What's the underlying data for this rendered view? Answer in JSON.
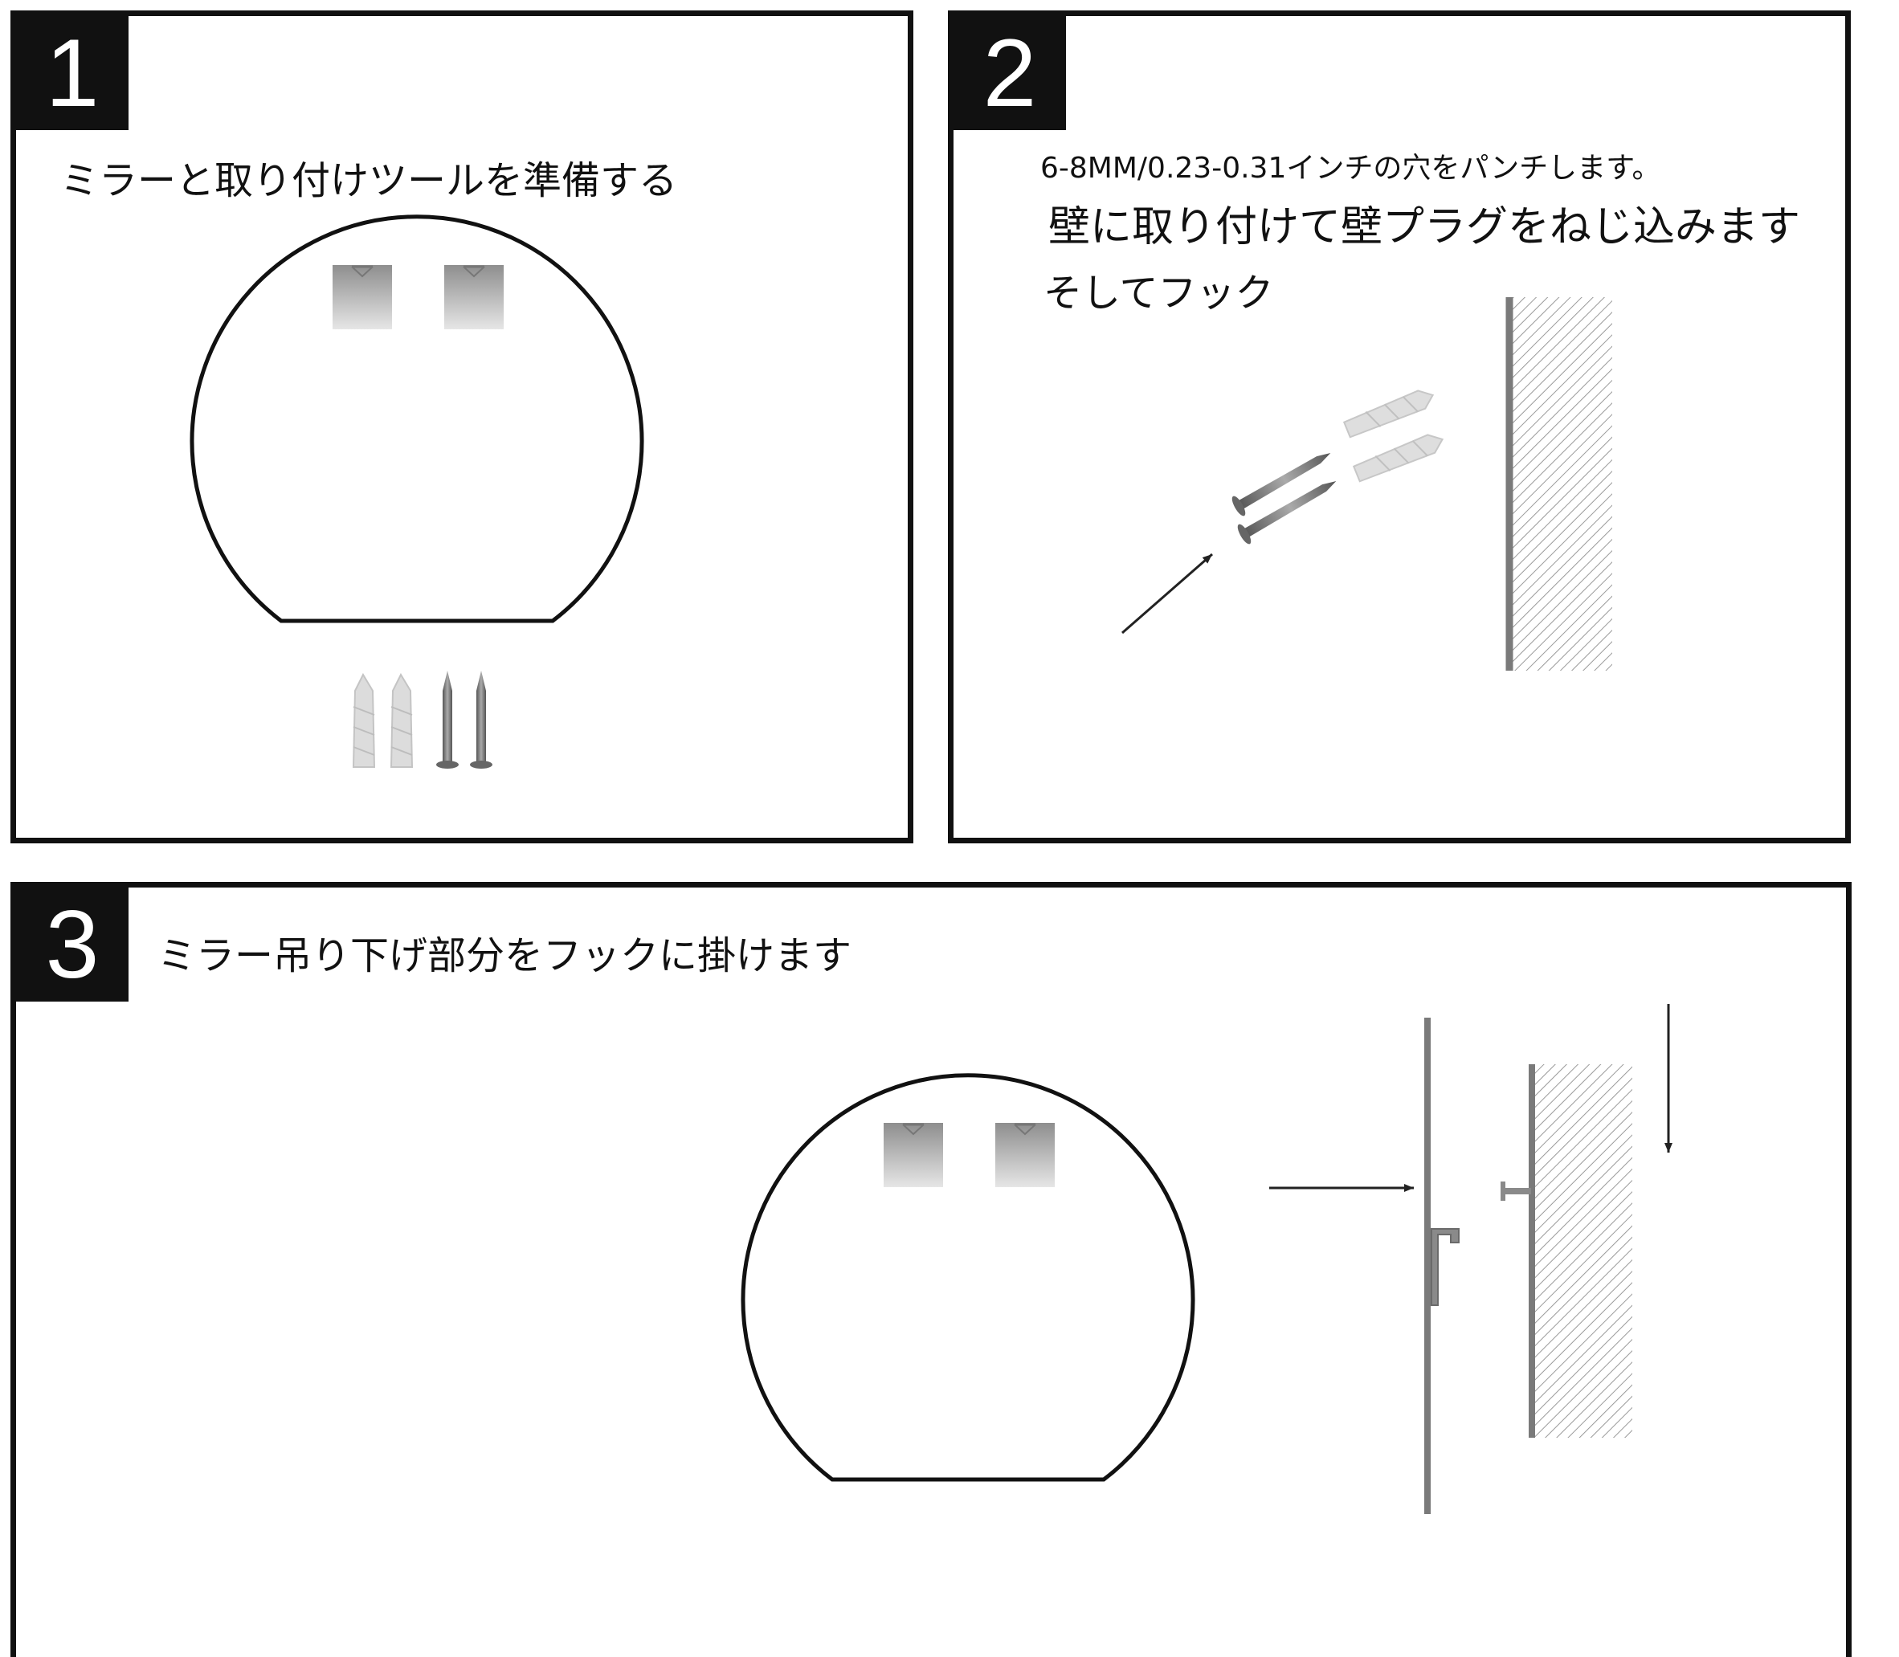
{
  "steps": [
    {
      "number": "1",
      "texts": [
        "ミラーと取り付けツールを準備する"
      ]
    },
    {
      "number": "2",
      "texts": [
        "6-8MM/0.23-0.31インチの穴をパンチします。",
        "壁に取り付けて壁プラグをねじ込みます",
        "そしてフック"
      ]
    },
    {
      "number": "3",
      "texts": [
        "ミラー吊り下げ部分をフックに掛けます"
      ]
    }
  ],
  "icons": {
    "mirror": "arch-mirror-icon",
    "bracket": "hanging-bracket-icon",
    "wall_plug": "wall-plug-icon",
    "screw": "screw-icon",
    "wall": "wall-section-icon",
    "arrow": "arrow-icon",
    "hook": "hook-icon"
  },
  "colors": {
    "frame": "#111111",
    "badge_bg": "#111111",
    "badge_text": "#ffffff",
    "wall_line": "#7a7a7a",
    "hatch": "#9a9a9a",
    "screw": "#6f6f6f",
    "plug": "#cfcfcf"
  }
}
